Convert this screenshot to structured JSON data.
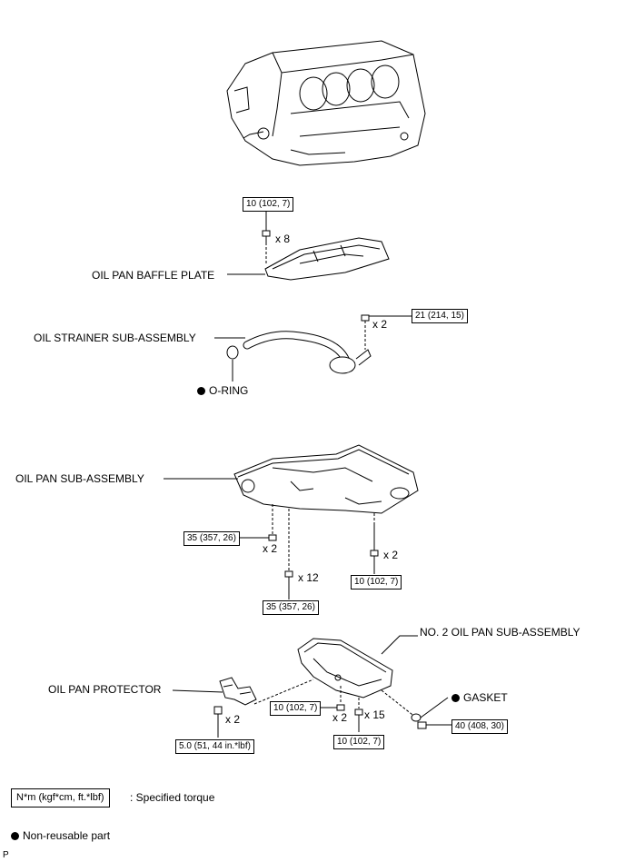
{
  "parts": {
    "baffle_plate": "OIL PAN BAFFLE PLATE",
    "strainer": "OIL STRAINER SUB-ASSEMBLY",
    "o_ring": "O-RING",
    "oil_pan": "OIL PAN SUB-ASSEMBLY",
    "no2_oil_pan": "NO. 2 OIL PAN SUB-ASSEMBLY",
    "protector": "OIL PAN PROTECTOR",
    "gasket": "GASKET"
  },
  "torques": {
    "baffle_bolt": "10 (102, 7)",
    "strainer_bolt": "21 (214, 15)",
    "pan_nut": "35 (357, 26)",
    "pan_bolt_12": "35 (357, 26)",
    "pan_bolt_long": "10 (102, 7)",
    "no2_nut": "10 (102, 7)",
    "no2_bolt": "10 (102, 7)",
    "drain_plug": "40 (408, 30)",
    "protector_bolt": "5.0 (51, 44 in.*lbf)"
  },
  "quantities": {
    "baffle": "x 8",
    "strainer": "x 2",
    "pan_nut": "x 2",
    "pan_bolt_12": "x 12",
    "pan_bolt_long": "x 2",
    "no2_nut": "x 2",
    "no2_bolt": "x 15",
    "protector": "x 2"
  },
  "legend": {
    "unit": "N*m (kgf*cm, ft.*lbf)",
    "unit_desc": ": Specified torque",
    "nonreusable": "Non-reusable part"
  },
  "corner_mark": "P"
}
